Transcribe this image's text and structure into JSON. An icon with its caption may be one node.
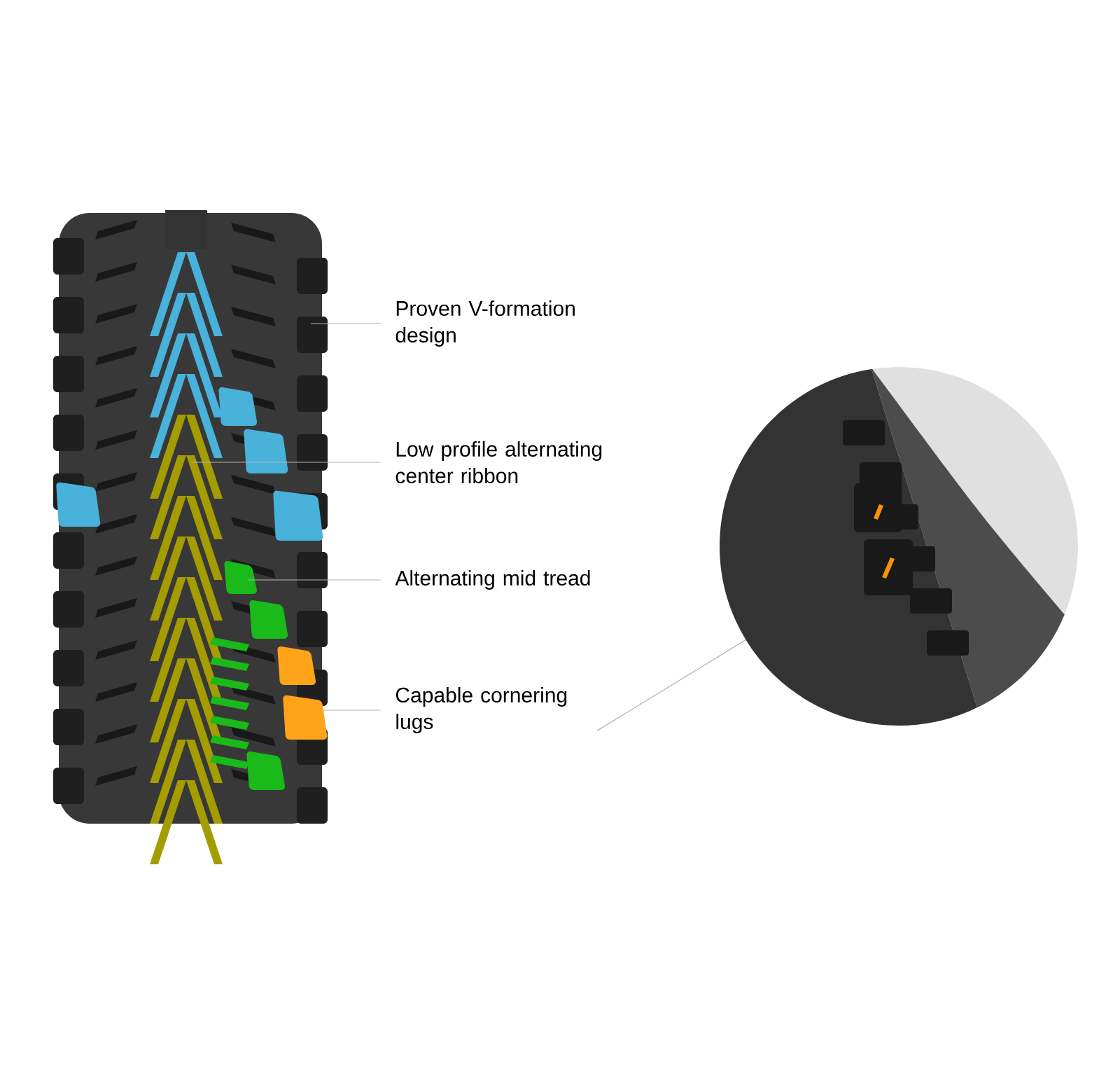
{
  "diagram": {
    "nodes": [
      {
        "text": [],
        "shape": "picture"
      },
      {
        "text": [],
        "shape": "picture"
      },
      {
        "text": [
          "Proven V-formation design"
        ]
      },
      {
        "text": [
          "Low profile alternating center ribbon"
        ]
      },
      {
        "text": [
          "Alternating mid tread"
        ]
      },
      {
        "text": [
          "Capable cornering lugs"
        ]
      }
    ],
    "edges": [
      {
        "from": 2,
        "to": 0,
        "arrow": "none"
      },
      {
        "from": 3,
        "to": 0,
        "arrow": "none"
      },
      {
        "from": 4,
        "to": 0,
        "arrow": "none"
      },
      {
        "from": 5,
        "to": 0,
        "arrow": "none"
      },
      {
        "from": 5,
        "to": 1,
        "arrow": "none"
      }
    ]
  }
}
